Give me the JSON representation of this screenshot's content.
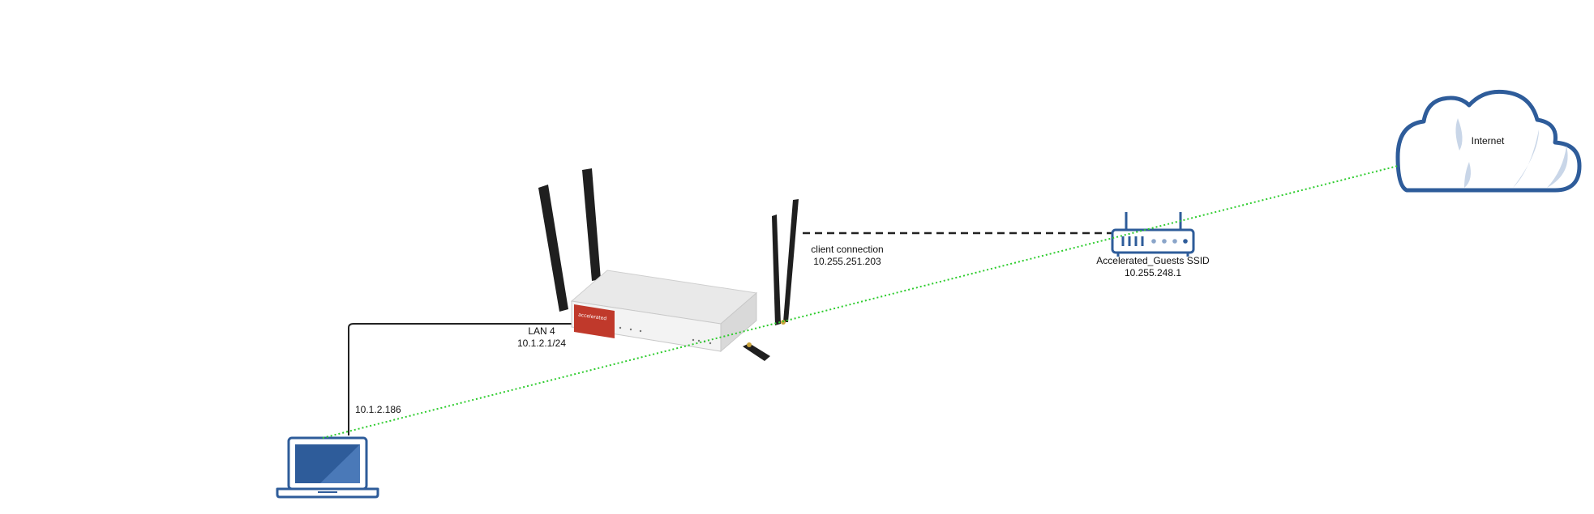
{
  "nodes": {
    "laptop": {
      "ip_label": "10.1.2.186",
      "icon": "laptop-icon"
    },
    "router": {
      "port_label": "LAN 4",
      "port_ip": "10.1.2.1/24",
      "brand_text": "accelerated",
      "icon": "cellular-router-image"
    },
    "client": {
      "line1": "client connection",
      "line2": "10.255.251.203"
    },
    "access_point": {
      "ssid_label": "Accelerated_Guests SSID",
      "ip": "10.255.248.1",
      "icon": "wireless-router-icon"
    },
    "internet": {
      "label": "Internet",
      "icon": "cloud-icon"
    }
  },
  "edges": [
    {
      "from": "laptop",
      "to": "router",
      "style": "solid",
      "color": "#222222"
    },
    {
      "from": "router",
      "to": "access_point",
      "style": "dashed",
      "color": "#222222"
    },
    {
      "from": "laptop",
      "to": "internet",
      "style": "dotted",
      "color": "#2ecc2e"
    }
  ],
  "colors": {
    "icon_blue": "#2e5c9a",
    "router_red": "#c0392b",
    "traffic_green": "#2ecc2e"
  }
}
